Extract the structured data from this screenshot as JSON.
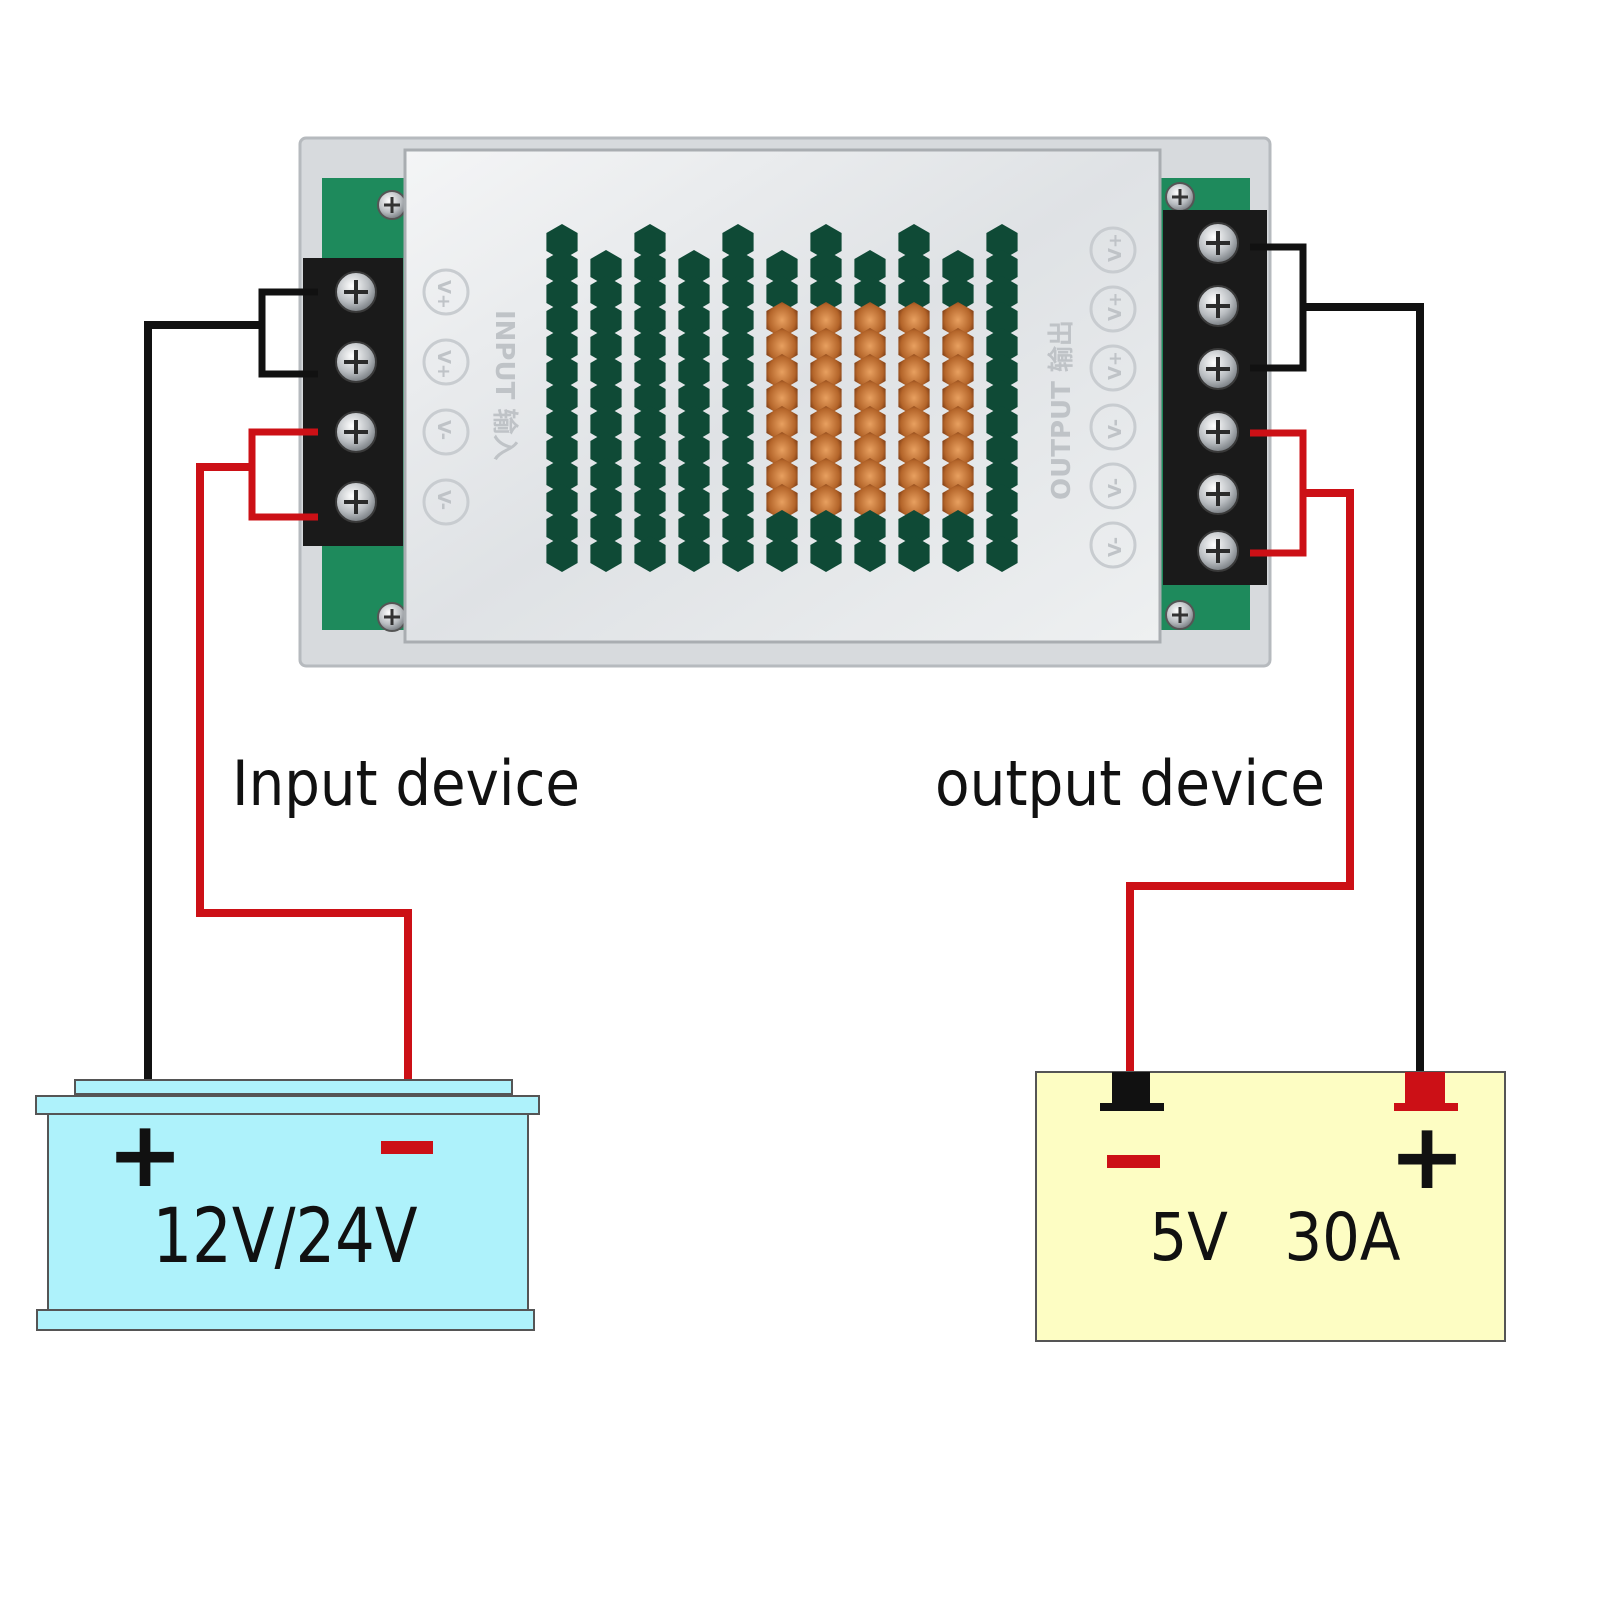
{
  "module": {
    "input_label": "INPUT 输入",
    "output_label": "OUTPUT 输出",
    "input_terminals": [
      "V+",
      "V+",
      "V-",
      "V-"
    ],
    "output_terminals": [
      "V+",
      "V+",
      "V+",
      "V-",
      "V-",
      "V-"
    ]
  },
  "labels": {
    "input_device": "Input device",
    "output_device": "output device"
  },
  "battery": {
    "plus": "+",
    "minus": "-",
    "voltage": "12V/24V"
  },
  "load": {
    "minus": "-",
    "plus": "+",
    "spec": "5V   30A"
  },
  "colors": {
    "wire_positive": "#cc1016",
    "wire_negative": "#111111",
    "battery_fill": "#aef2fb",
    "load_fill": "#fdfdc3",
    "pcb": "#1e8a5c",
    "case": "#e4e6e8"
  }
}
